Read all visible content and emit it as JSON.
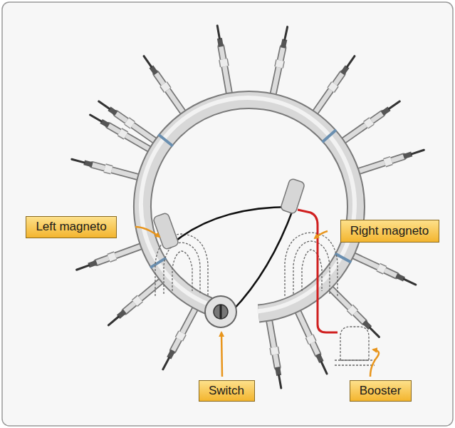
{
  "diagram": {
    "nodes": [
      {
        "text": [
          "Left magneto"
        ]
      },
      {
        "text": [
          "Right magneto"
        ]
      },
      {
        "text": [
          "Switch"
        ]
      },
      {
        "text": [
          "Booster"
        ]
      }
    ]
  }
}
